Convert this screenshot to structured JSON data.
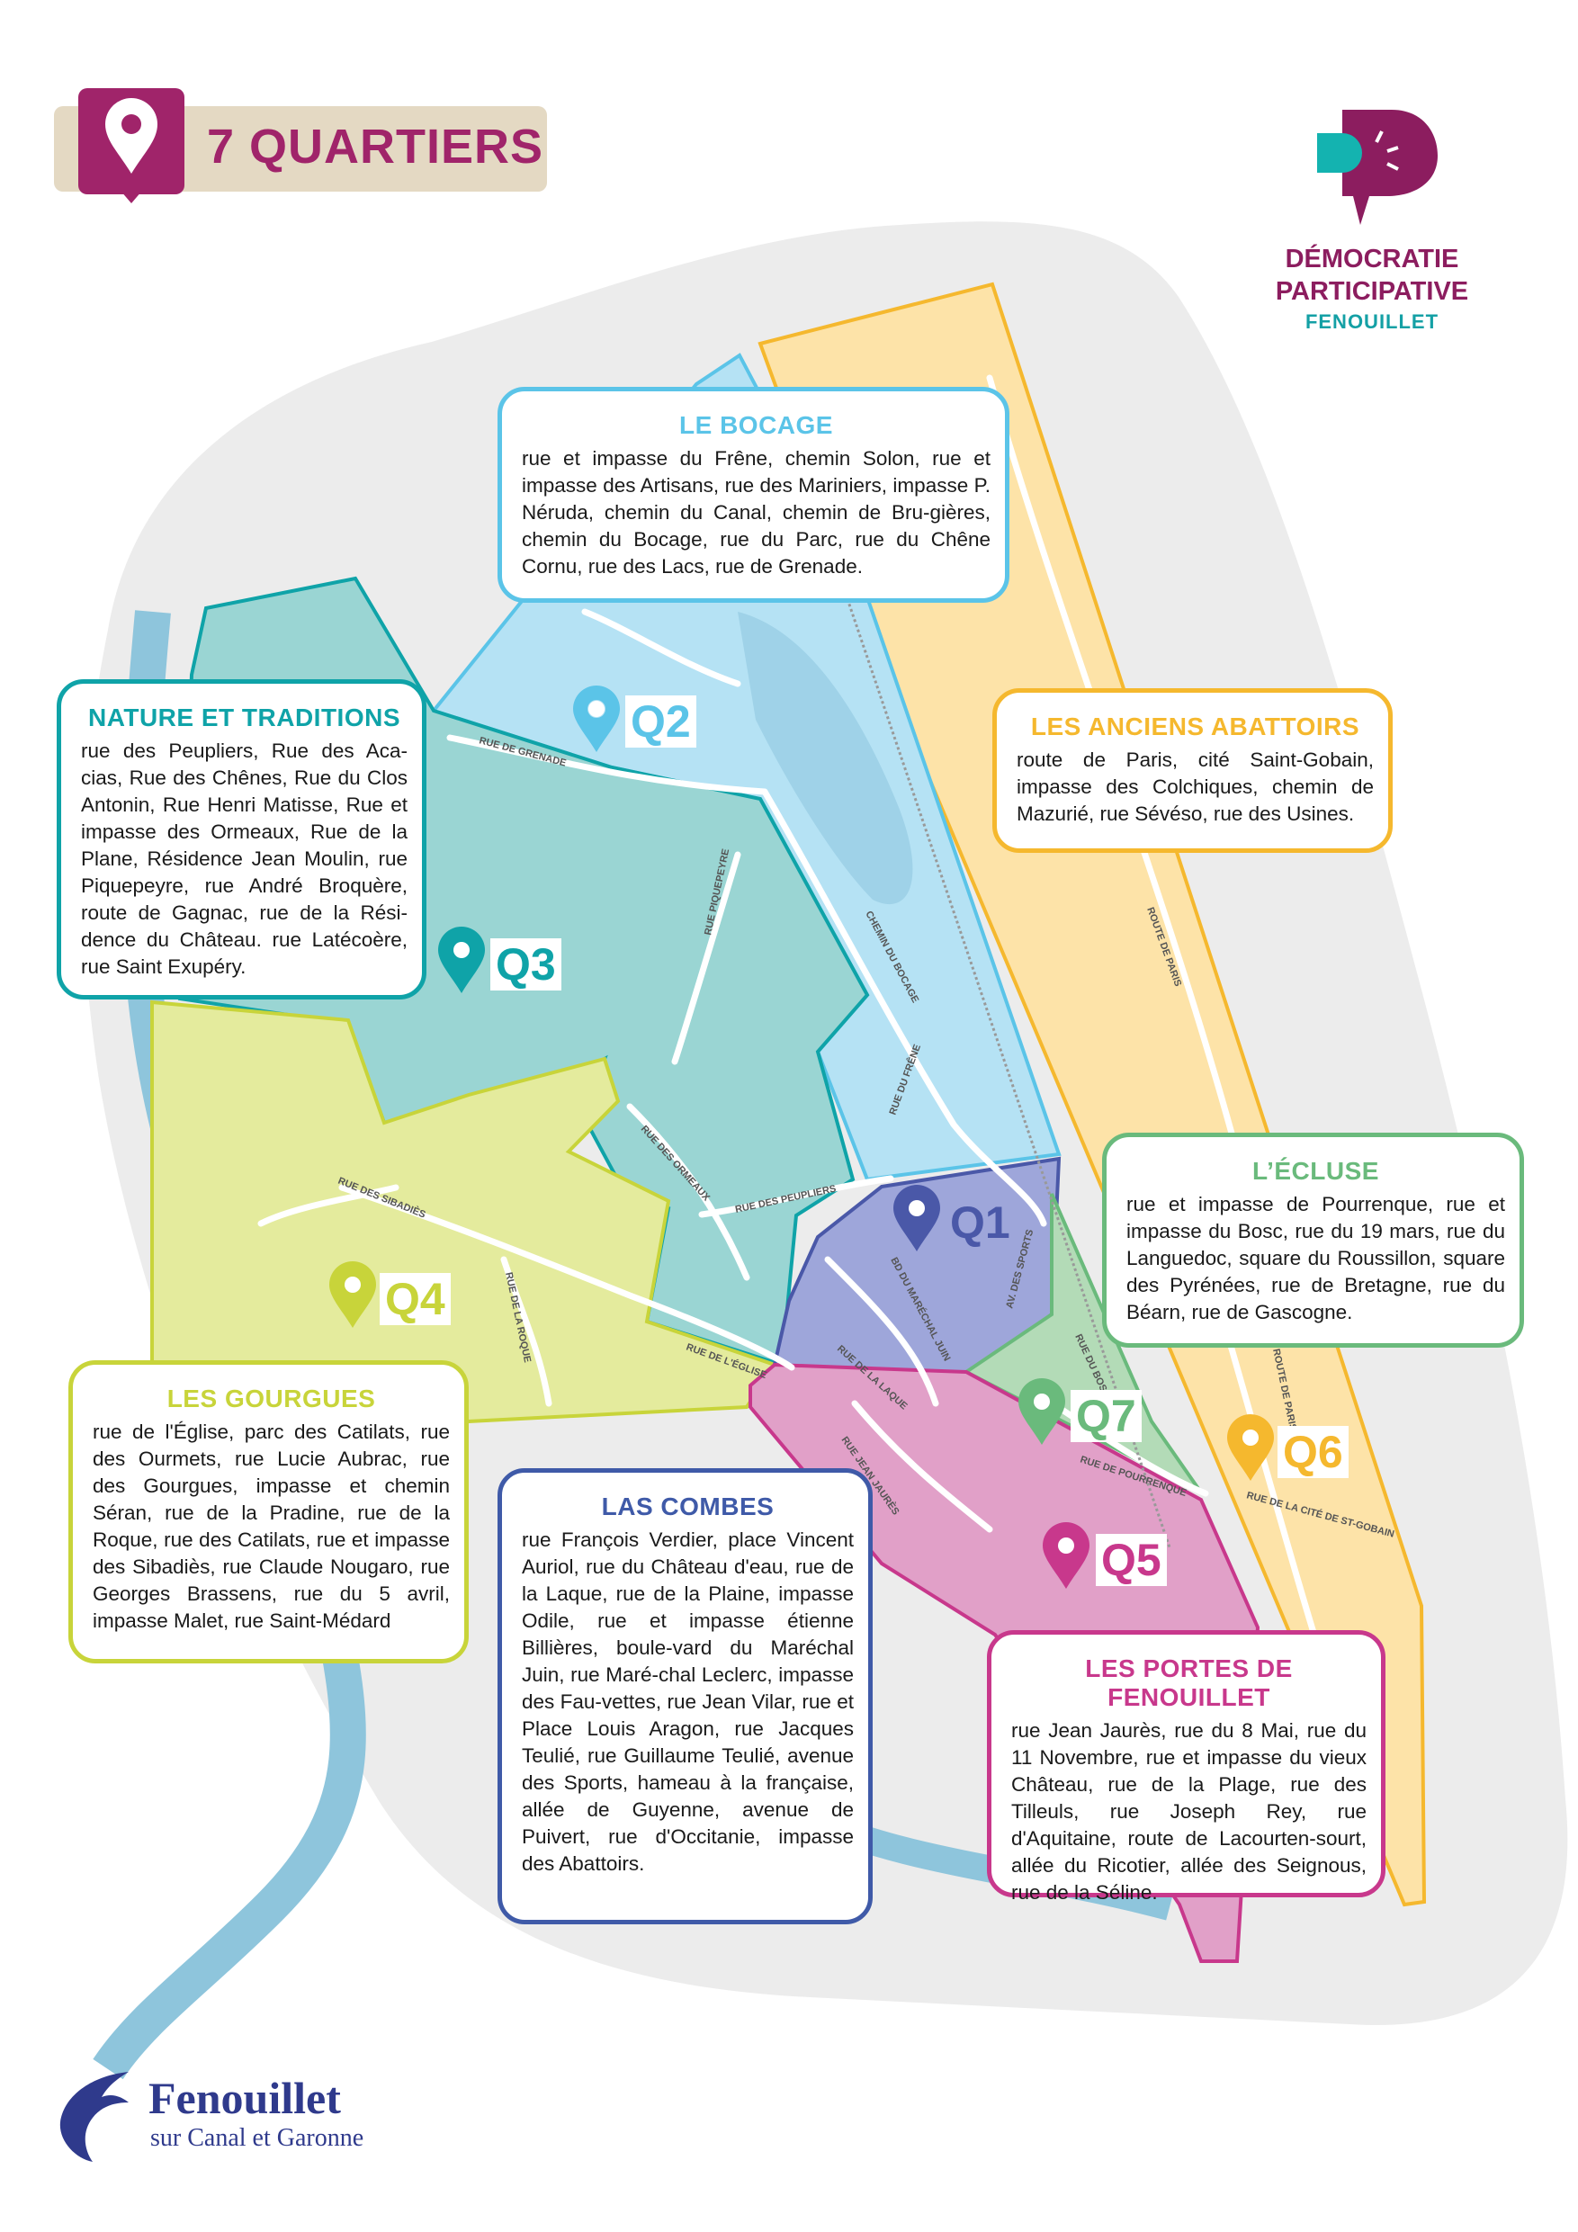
{
  "header": {
    "title": "7 QUARTIERS",
    "title_icon": "map-pin-icon"
  },
  "logo_dp": {
    "line1": "DÉMOCRATIE",
    "line2": "PARTICIPATIVE",
    "line3": "FENOUILLET"
  },
  "logo_fenouillet": {
    "name": "Fenouillet",
    "subtitle": "sur Canal et Garonne"
  },
  "colors": {
    "q1": "#4a58a8",
    "q2": "#5bc4e8",
    "q3": "#0fa3a8",
    "q4": "#c8d43a",
    "q5": "#c8388c",
    "q6": "#f5b82e",
    "q7": "#6aba7c",
    "brand": "#a0246a"
  },
  "markers": {
    "q1": "Q1",
    "q2": "Q2",
    "q3": "Q3",
    "q4": "Q4",
    "q5": "Q5",
    "q6": "Q6",
    "q7": "Q7"
  },
  "streets": {
    "grenade": "RUE DE GRENADE",
    "piquepeyre": "RUE PIQUEPEYRE",
    "bocage": "CHEMIN DU BOCAGE",
    "frene": "RUE DU FRÊNE",
    "paris1": "ROUTE DE PARIS",
    "sibadies": "RUE DES SIBADIÈS",
    "ormeaux": "RUE DES ORMEAUX",
    "peupliers": "RUE DES PEUPLIERS",
    "roque": "RUE DE LA ROQUE",
    "eglise": "RUE DE L'ÉGLISE",
    "juin": "BD DU MARÉCHAL JUIN",
    "laque": "RUE DE LA LAQUE",
    "sports": "AV. DES SPORTS",
    "bosc": "RUE DU BOSC",
    "pourrenque": "RUE DE POURRENQUE",
    "paris2": "ROUTE DE PARIS",
    "gobain": "RUE DE LA CITÉ DE ST-GOBAIN",
    "jaures": "RUE JEAN JAURÈS"
  },
  "quartiers": {
    "bocage": {
      "title": "LE BOCAGE",
      "text": "rue et impasse du Frêne, chemin Solon, rue et impasse des Artisans, rue des Mariniers, impasse P. Néruda, chemin du Canal, chemin de Bru-gières, chemin du Bocage, rue du Parc, rue du Chêne Cornu, rue des Lacs, rue de Grenade."
    },
    "nature": {
      "title": "NATURE ET TRADITIONS",
      "text": "rue des Peupliers, Rue des Aca-cias, Rue des Chênes, Rue du Clos Antonin, Rue Henri Matisse, Rue et impasse des Ormeaux, Rue de la Plane, Résidence Jean Moulin, rue Piquepeyre, rue André Broquère, route de Gagnac, rue de la Rési-dence du Château. rue Latécoère, rue Saint Exupéry."
    },
    "abattoirs": {
      "title": "LES ANCIENS ABATTOIRS",
      "text": "route de Paris, cité Saint-Gobain, impasse des Colchiques, chemin de Mazurié, rue Sévéso, rue des Usines."
    },
    "ecluse": {
      "title": "L’ÉCLUSE",
      "text": "rue et impasse de Pourrenque, rue et impasse du Bosc, rue du 19 mars, rue du Languedoc, square du Roussillon, square des Pyrénées, rue de Bretagne, rue du Béarn, rue de Gascogne."
    },
    "gourgues": {
      "title": "LES GOURGUES",
      "text": "rue de l'Église, parc des Catilats, rue des Ourmets, rue Lucie Aubrac, rue des Gourgues, impasse et chemin Séran, rue de la Pradine, rue de la Roque, rue des Catilats, rue et impasse des Sibadiès, rue Claude Nougaro, rue Georges Brassens, rue du 5 avril, impasse Malet, rue Saint-Médard"
    },
    "combes": {
      "title": "LAS COMBES",
      "text": "rue François Verdier, place Vincent Auriol, rue du Château d'eau, rue de la Laque, rue de la Plaine, impasse Odile, rue et impasse étienne Billières, boule-vard du Maréchal Juin, rue Maré-chal Leclerc, impasse des Fau-vettes, rue Jean Vilar, rue et Place Louis Aragon, rue Jacques Teulié, rue Guillaume Teulié, avenue des Sports, hameau à la française, allée de Guyenne, avenue de Puivert, rue d'Occitanie, impasse des Abattoirs."
    },
    "portes": {
      "title": "LES PORTES DE FENOUILLET",
      "text": "rue Jean Jaurès, rue du 8 Mai, rue du 11 Novembre, rue et impasse du vieux Château, rue de la Plage, rue des Tilleuls, rue Joseph Rey, rue d'Aquitaine, route de Lacourten-sourt, allée du Ricotier, allée des Seignous, rue de la Séline."
    }
  }
}
